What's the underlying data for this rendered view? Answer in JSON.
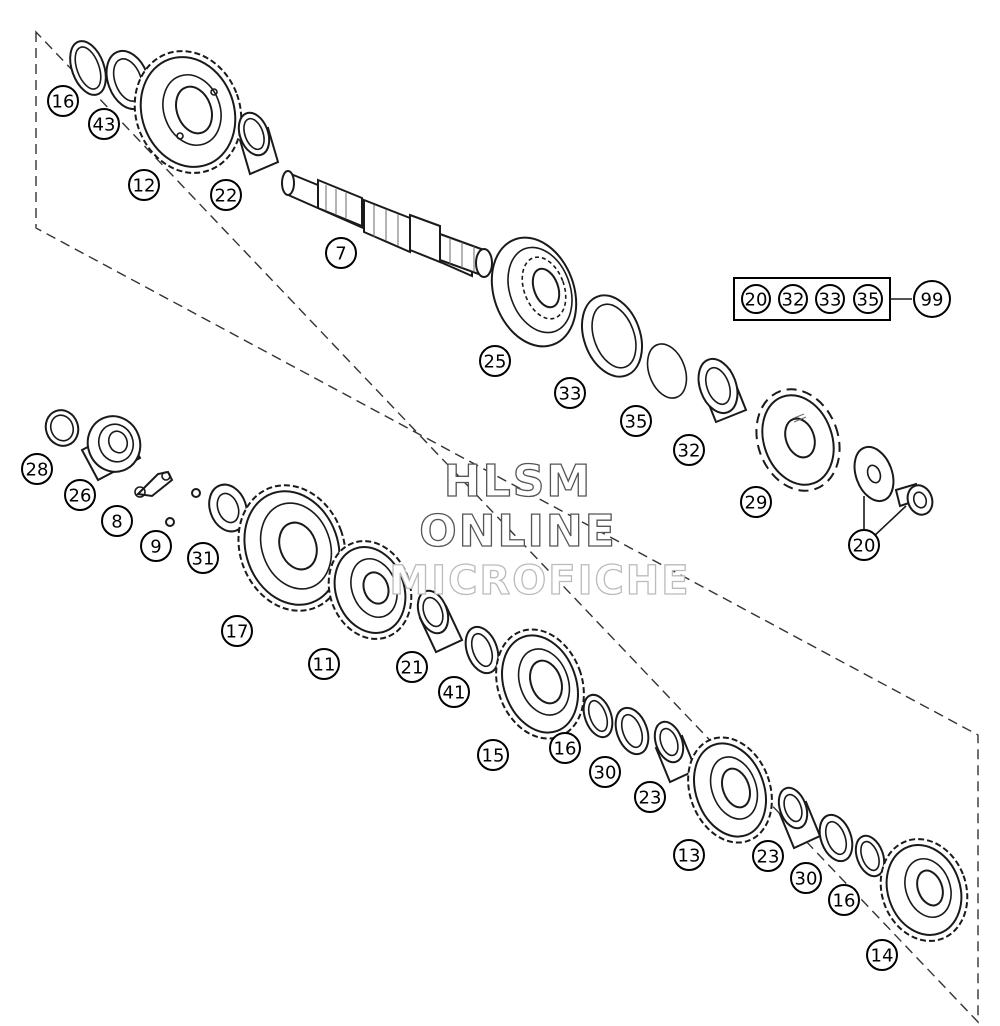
{
  "watermark": {
    "line1": "HLSM",
    "line2": "ONLINE",
    "line3": "MICROFICHE"
  },
  "kit": {
    "members": [
      "20",
      "32",
      "33",
      "35"
    ],
    "kit_number": "99"
  },
  "callouts": [
    "16",
    "43",
    "12",
    "22",
    "7",
    "25",
    "33",
    "35",
    "32",
    "29",
    "20",
    "28",
    "26",
    "8",
    "9",
    "31",
    "17",
    "11",
    "21",
    "41",
    "15",
    "16",
    "30",
    "23",
    "13",
    "23",
    "30",
    "16",
    "14"
  ],
  "colors": {
    "line": "#1a1a1a",
    "background": "#ffffff",
    "watermark_outline": "#555555"
  }
}
